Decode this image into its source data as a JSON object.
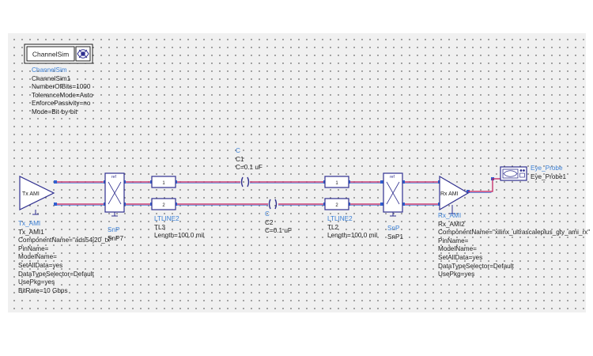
{
  "channelsim": {
    "icon_text": "ChannelSim",
    "lines": [
      "ChannelSim",
      "ChannelSim1",
      "NumberOfBits=1000",
      "ToleranceMode=Auto",
      "EnforcePassivity=no",
      "Mode=Bit-by-bit"
    ]
  },
  "tx": {
    "symbol_text": "Tx AMI",
    "lines": [
      "Tx_AMI",
      "Tx_AMI1",
      "ComponentName=\"ads54j20_tx\"",
      "PinName=",
      "ModelName=",
      "SetAllData=yes",
      "DataTypeSelector=Default",
      "UsePkg=yes",
      "BitRate=10 Gbps"
    ]
  },
  "rx": {
    "symbol_text": "Rx AMI",
    "lines": [
      "Rx_AMI",
      "Rx_AMI2",
      "ComponentName=\"xilinx_ultrascaleplus_gty_ami_rx\"",
      "PinName=",
      "ModelName=",
      "SetAllData=yes",
      "DataTypeSelector=Default",
      "UsePkg=yes"
    ]
  },
  "snp_left": {
    "lines": [
      "SnP",
      "SnP7"
    ]
  },
  "snp_right": {
    "lines": [
      "SnP",
      "SnP1"
    ]
  },
  "tline_left": {
    "pin1": "1",
    "pin2": "2",
    "lines": [
      "LTLINE2",
      "TL3",
      "Length=100.0 mil"
    ]
  },
  "tline_right": {
    "pin1": "1",
    "pin2": "2",
    "lines": [
      "LTLINE2",
      "TL2",
      "Length=100.0 mil"
    ]
  },
  "cap1": {
    "lines": [
      "C",
      "C1",
      "C=0.1 uF"
    ]
  },
  "cap2": {
    "lines": [
      "C",
      "C2",
      "C=0.1 uF"
    ]
  },
  "probe": {
    "lines": [
      "Eye_Probe",
      "Eye_Probe1"
    ]
  },
  "colors": {
    "wire": "#c0185a",
    "node": "#2f5fd0",
    "component": "#2f2f8f",
    "label_category": "#3a7fd5"
  }
}
